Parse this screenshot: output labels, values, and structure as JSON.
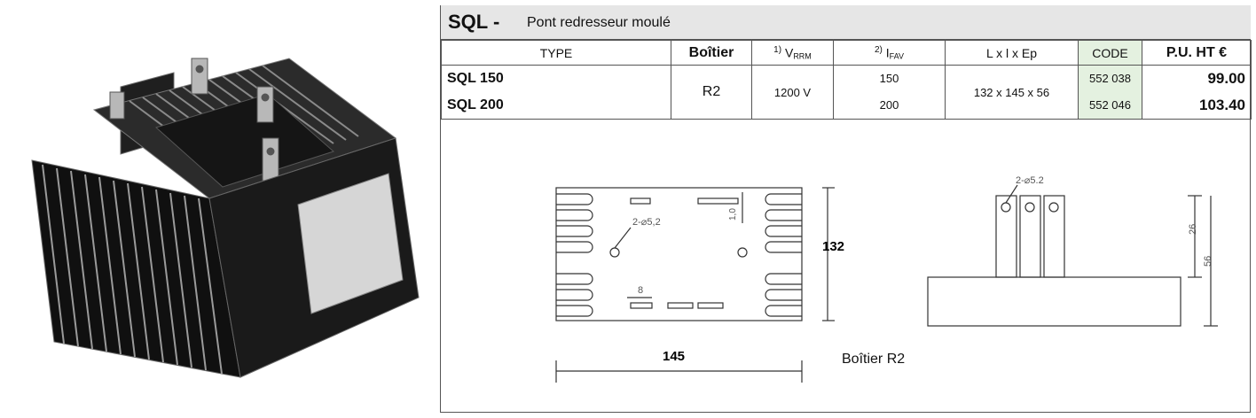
{
  "header": {
    "code": "SQL -",
    "description": "Pont redresseur moulé"
  },
  "table": {
    "columns": {
      "type": "TYPE",
      "boitier": "Boîtier",
      "vrrm_sup": "1)",
      "vrrm_main": "V",
      "vrrm_sub": "RRM",
      "ifav_sup": "2)",
      "ifav_main": "I",
      "ifav_sub": "FAV",
      "dims": "L x l x Ep",
      "code": "CODE",
      "price": "P.U. HT €"
    },
    "rows": [
      {
        "type": "SQL 150",
        "ifav": "150",
        "code": "552 038",
        "price": "99.00"
      },
      {
        "type": "SQL 200",
        "ifav": "200",
        "code": "552 046",
        "price": "103.40"
      }
    ],
    "shared": {
      "boitier": "R2",
      "vrrm": "1200 V",
      "dims": "132 x 145 x 56"
    }
  },
  "drawing": {
    "top_view": {
      "height_dim": "132",
      "width_dim": "145",
      "hole_label": "2-⌀5,2",
      "spacing": "8",
      "offset": "1,0"
    },
    "side_view": {
      "hole_label": "2-⌀5.2",
      "terminal_height": "26",
      "total_height": "56"
    },
    "caption": "Boîtier R2"
  }
}
